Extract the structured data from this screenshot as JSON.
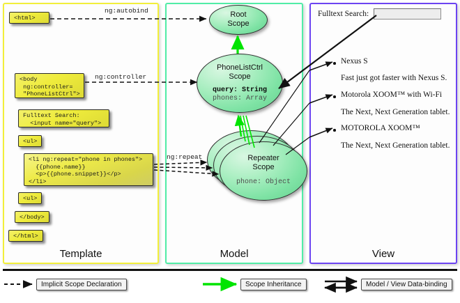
{
  "columns": [
    {
      "key": "template",
      "label": "Template",
      "color": "#f2ef3a"
    },
    {
      "key": "model",
      "label": "Model",
      "color": "#51eda6"
    },
    {
      "key": "view",
      "label": "View",
      "color": "#6c44f2"
    }
  ],
  "template": {
    "boxes": [
      {
        "name": "html-open-box",
        "text": "<html>"
      },
      {
        "name": "body-controller-box",
        "text": "<body\n ng:controller=\n \"PhoneListCtrl\">"
      },
      {
        "name": "fulltext-search-box",
        "text": "Fulltext Search:\n  <input name=\"query\">"
      },
      {
        "name": "ul-open-box",
        "text": "<ul>"
      },
      {
        "name": "li-repeat-box",
        "text": "<li ng:repeat=\"phone in phones\">\n  {{phone.name}}\n  <p>{{phone.snippet}}</p>\n</li>"
      },
      {
        "name": "ul-close-box",
        "text": "<ul>"
      },
      {
        "name": "body-close-box",
        "text": "</body>"
      },
      {
        "name": "html-close-box",
        "text": "</html>"
      }
    ]
  },
  "connectors": [
    {
      "name": "ng-autobind-label",
      "text": "ng:autobind"
    },
    {
      "name": "ng-controller-label",
      "text": "ng:controller"
    },
    {
      "name": "ng-repeat-label",
      "text": "ng:repeat"
    }
  ],
  "model": {
    "scopes": [
      {
        "name": "root-scope",
        "title": "Root\nScope",
        "props": []
      },
      {
        "name": "phonelistctrl-scope",
        "title": "PhoneListCtrl\nScope",
        "props": [
          {
            "text": "query: String",
            "emphasis": true
          },
          {
            "text": "phones: Array",
            "emphasis": false
          }
        ]
      },
      {
        "name": "repeater-scope",
        "title": "Repeater\nScope",
        "props": [
          {
            "text": "phone: Object",
            "emphasis": false
          }
        ]
      }
    ]
  },
  "view": {
    "search_label": "Fulltext Search:",
    "search_value": "",
    "items": [
      {
        "title": "Nexus S",
        "snippet": "Fast just got faster with Nexus S."
      },
      {
        "title": "Motorola XOOM™  with Wi-Fi",
        "snippet": "The Next, Next Generation tablet."
      },
      {
        "title": "MOTOROLA XOOM™",
        "snippet": "The Next, Next Generation tablet."
      }
    ]
  },
  "legend": [
    {
      "name": "legend-implicit-scope-declaration",
      "label": "Implicit Scope Declaration",
      "style": "dashed-arrow",
      "color": "#111111"
    },
    {
      "name": "legend-scope-inheritance",
      "label": "Scope Inheritance",
      "style": "green-arrow",
      "color": "#00e000"
    },
    {
      "name": "legend-model-view-data-binding",
      "label": "Model / View Data-binding",
      "style": "double-arrow",
      "color": "#111111"
    }
  ]
}
